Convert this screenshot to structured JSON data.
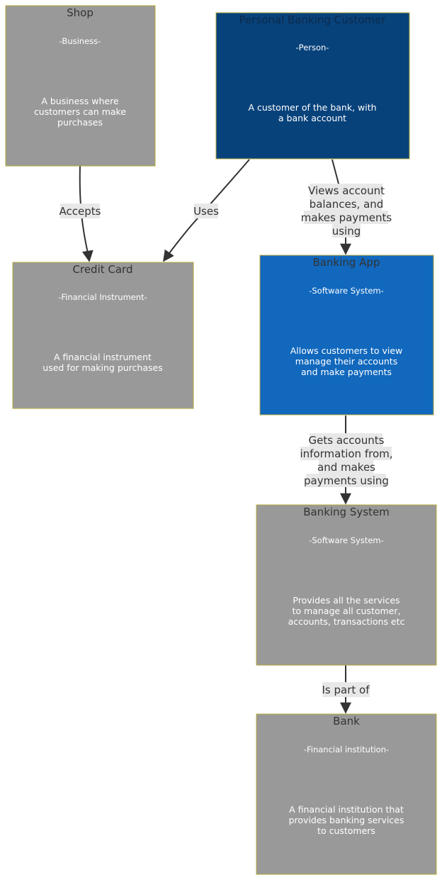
{
  "colors": {
    "external": "#999999",
    "person": "#08427b",
    "system": "#1168bd",
    "node_border": "#b7a93a",
    "edge": "#333333",
    "label_bg": "#e8e8e8"
  },
  "nodes": {
    "shop": {
      "title": "Shop",
      "type": "-Business-",
      "desc": [
        "A business where",
        "customers can make",
        "purchases"
      ]
    },
    "customer": {
      "title": "Personal Banking Customer",
      "type": "-Person-",
      "desc": [
        "A customer of the bank, with",
        "a bank account"
      ]
    },
    "credit_card": {
      "title": "Credit Card",
      "type": "-Financial Instrument-",
      "desc": [
        "A financial instrument",
        "used for making purchases"
      ]
    },
    "banking_app": {
      "title": "Banking App",
      "type": "-Software System-",
      "desc": [
        "Allows customers to view",
        "manage their accounts",
        "and make payments"
      ]
    },
    "banking_system": {
      "title": "Banking System",
      "type": "-Software System-",
      "desc": [
        "Provides all the services",
        "to manage all customer,",
        "accounts, transactions etc"
      ]
    },
    "bank": {
      "title": "Bank",
      "type": "-Financial institution-",
      "desc": [
        "A financial institution that",
        "provides banking services",
        "to customers"
      ]
    }
  },
  "edges": {
    "accepts": {
      "label": [
        "Accepts"
      ]
    },
    "uses": {
      "label": [
        "Uses"
      ]
    },
    "views": {
      "label": [
        "Views account",
        "balances, and",
        "makes payments",
        "using"
      ]
    },
    "gets": {
      "label": [
        "Gets accounts",
        "information from,",
        "and makes",
        "payments using"
      ]
    },
    "part_of": {
      "label": [
        "Is part of"
      ]
    }
  }
}
